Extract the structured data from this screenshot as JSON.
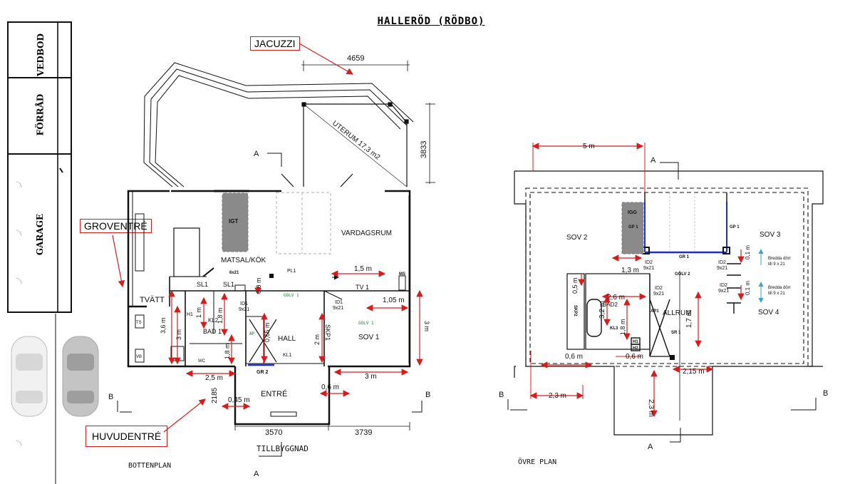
{
  "title": "HALLERÖD (RÖDBO)",
  "outbuilding": {
    "vedbod": "VEDBOD",
    "forrad": "FÖRRÅD",
    "garage": "GARAGE"
  },
  "callouts": {
    "jacuzzi": "JACUZZI",
    "groventre": "GROVENTRÉ",
    "huvudentre": "HUVUDENTRÉ"
  },
  "ground_floor": {
    "caption": "BOTTENPLAN",
    "extension_label": "TILLBYGGNAD",
    "uterum": "UTERUM 17,3 m2",
    "rooms": {
      "matsal": "MATSAL/KÖK",
      "vardagsrum": "VARDAGSRUM",
      "tvatt": "TVÄTT",
      "bad1": "BAD 1",
      "hall": "HALL",
      "sov1": "SOV 1",
      "entre": "ENTRÉ",
      "igt": "IGT"
    },
    "tags": {
      "sl1a": "SL1",
      "sl1b": "SL1",
      "tv1": "TV 1",
      "kl2": "KL2",
      "kl1": "KL1",
      "gr2": "GR 2",
      "skp1": "SKP1",
      "id1a": "ID1",
      "id1a_sub": "9x21",
      "id1b": "ID1",
      "id1b_sub": "9x21",
      "ms": "MS",
      "pl1": "PL1",
      "h1": "H1",
      "ts": "TS",
      "vb": "VB",
      "wc": "WC",
      "six21": "6x21",
      "ap": "AP",
      "golv1a": "GOLV 1",
      "golv1b": "GOLV 1"
    },
    "dims": {
      "d4659": "4659",
      "d3833": "3833",
      "d2185": "2185",
      "d3570": "3570",
      "d3739": "3739",
      "d1_5": "1,5 m",
      "d1_05": "1,05 m",
      "d0_6a": "0,6 m",
      "d0_65": "0,65 m",
      "d1m": "1 m",
      "d1_8a": "1,8 m",
      "d1_8b": "1,8 m",
      "d3_6": "3,6 m",
      "d3m_a": "3 m",
      "d2m": "2 m",
      "d3m_b": "3 m",
      "d2_5": "2,5 m",
      "d0_45": "0,45 m",
      "d3m_c": "3 m",
      "d0_6b": "0,6 m"
    },
    "section_marks": {
      "a_top": "A",
      "a_bottom": "A",
      "b_left": "B",
      "b_right": "B"
    }
  },
  "upper_floor": {
    "caption": "ÖVRE PLAN",
    "rooms": {
      "sov2": "SOV 2",
      "sov3": "SOV 3",
      "sov4": "SOV 4",
      "allrum": "ALLRUM",
      "bad2": "BAD2",
      "igg": "IGG"
    },
    "tags": {
      "gp1a": "GP 1",
      "gp1b": "GP 1",
      "gr1": "GR 1",
      "golv2": "GOLV 2",
      "kl3": "KL3",
      "skp2": "SKP2",
      "sr1": "SR 1",
      "ap1": "AP1",
      "h1": "H1",
      "h2": "H2",
      "id2a": "ID2",
      "id2a_sub": "9x21",
      "id2b": "ID2",
      "id2b_sub": "9x21",
      "id2c": "ID2",
      "id2c_sub": "9x21",
      "id2d": "ID2",
      "id2d_sub": "9x21"
    },
    "notes": {
      "wider_a": "Bredda dörr",
      "wider_a2": "till 9 x 21",
      "wider_b": "Bredda dörr",
      "wider_b2": "till 9 x 21"
    },
    "dims": {
      "d5m": "5 m",
      "d1_3": "1,3 m",
      "d0_5": "0,5 m",
      "d2_6": "2,6 m",
      "d3_2": "3,2 m",
      "d1_8": "1,8 m",
      "d1_7": "1,7 m",
      "d0_6a": "0,6 m",
      "d0_6b": "0,6 m",
      "d2_15": "2,15 m",
      "d2_3a": "2,3 m",
      "d2_3b": "2,3 m",
      "d0_1a": "0,1 m",
      "d0_1b": "0,1 m"
    },
    "section_marks": {
      "a_top": "A",
      "a_bottom": "A",
      "b_left": "B",
      "b_right": "B"
    }
  },
  "colors": {
    "wall": "#111111",
    "dim_red": "#d41e1e",
    "glass_blue": "#1a2fd6",
    "callout_border": "#cc1f1f",
    "dashed_gray": "#9a9a9a",
    "fill_gray": "#8a8a8a"
  }
}
